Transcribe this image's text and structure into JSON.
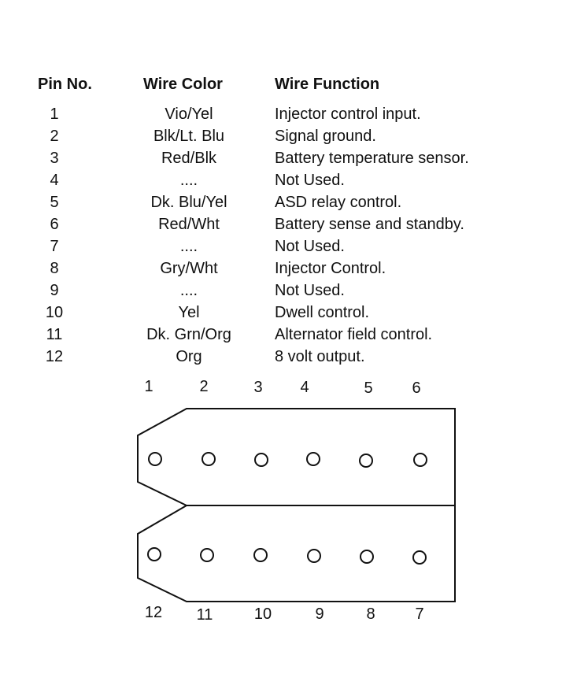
{
  "headers": {
    "pin": "Pin No.",
    "color": "Wire Color",
    "function": "Wire Function"
  },
  "rows": [
    {
      "pin": "1",
      "color": "Vio/Yel",
      "function": "Injector control input."
    },
    {
      "pin": "2",
      "color": "Blk/Lt. Blu",
      "function": "Signal ground."
    },
    {
      "pin": "3",
      "color": "Red/Blk",
      "function": "Battery temperature sensor."
    },
    {
      "pin": "4",
      "color": "....",
      "function": "Not Used."
    },
    {
      "pin": "5",
      "color": "Dk. Blu/Yel",
      "function": "ASD relay control."
    },
    {
      "pin": "6",
      "color": "Red/Wht",
      "function": "Battery sense and standby."
    },
    {
      "pin": "7",
      "color": "....",
      "function": "Not Used."
    },
    {
      "pin": "8",
      "color": "Gry/Wht",
      "function": "Injector Control."
    },
    {
      "pin": "9",
      "color": "....",
      "function": "Not Used."
    },
    {
      "pin": "10",
      "color": "Yel",
      "function": "Dwell control."
    },
    {
      "pin": "11",
      "color": "Dk. Grn/Org",
      "function": "Alternator field control."
    },
    {
      "pin": "12",
      "color": "Org",
      "function": "8 volt output."
    }
  ],
  "connector": {
    "top_pins": [
      "1",
      "2",
      "3",
      "4",
      "5",
      "6"
    ],
    "bottom_pins": [
      "12",
      "11",
      "10",
      "9",
      "8",
      "7"
    ]
  }
}
